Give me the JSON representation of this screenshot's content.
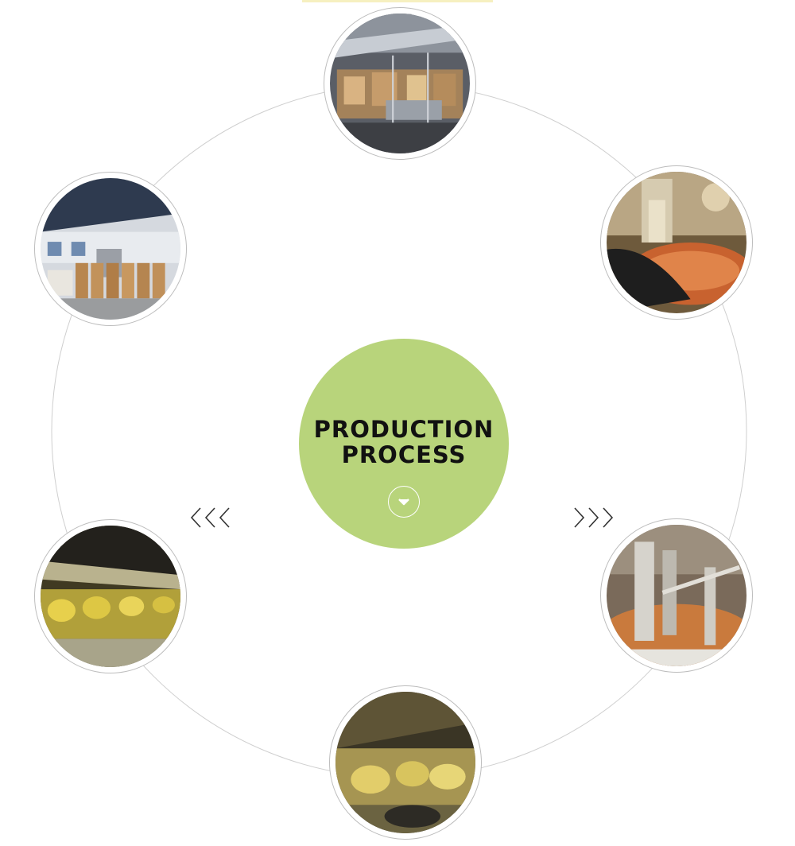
{
  "hub": {
    "title_line1": "PRODUCTION",
    "title_line2": "PROCESS",
    "button_icon": "chevron-down-icon"
  },
  "navigation": {
    "left_icon": "triple-chevron-left-icon",
    "right_icon": "triple-chevron-right-icon"
  },
  "photos": [
    {
      "name": "kitchen-overview-photo"
    },
    {
      "name": "frying-closeup-photo"
    },
    {
      "name": "stirring-machine-photo"
    },
    {
      "name": "kettle-hall-photo"
    },
    {
      "name": "yellow-kettles-photo"
    },
    {
      "name": "warehouse-photo"
    }
  ],
  "colors": {
    "hub": "#b8d47b",
    "ring_line": "#cfcfcf",
    "title_text": "#111111"
  }
}
